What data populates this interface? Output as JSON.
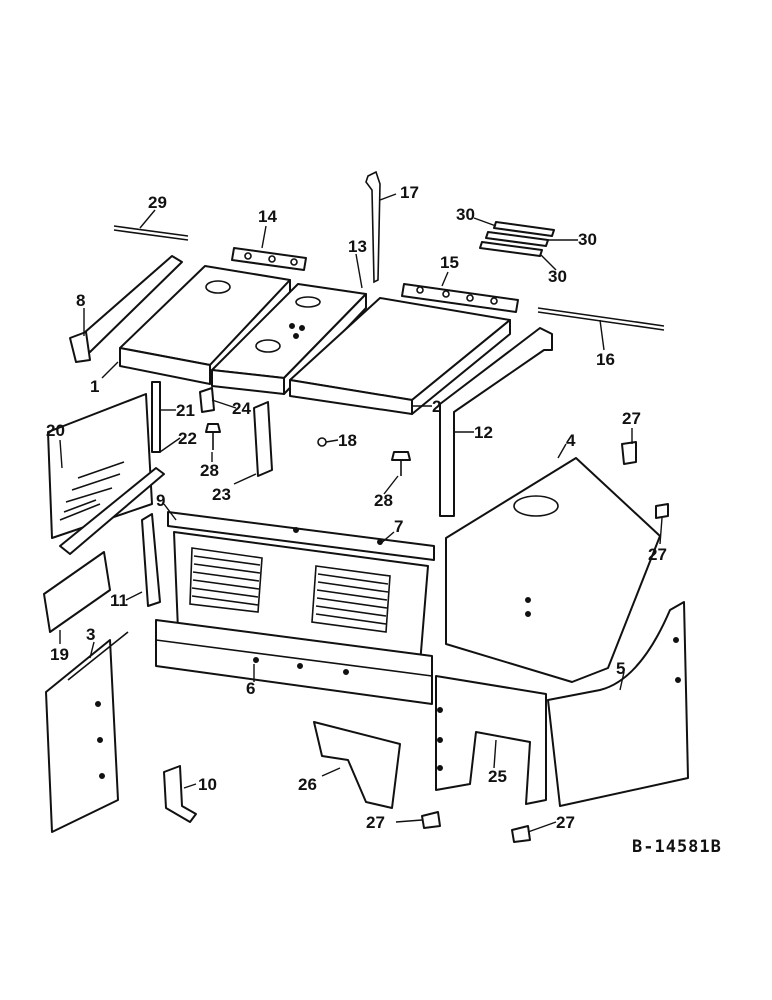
{
  "drawing_number": "B-14581B",
  "callouts": {
    "c1": "1",
    "c2": "2",
    "c3": "3",
    "c4": "4",
    "c5": "5",
    "c6": "6",
    "c7": "7",
    "c8": "8",
    "c9": "9",
    "c10": "10",
    "c11": "11",
    "c12": "12",
    "c13": "13",
    "c14": "14",
    "c15": "15",
    "c16": "16",
    "c17": "17",
    "c18": "18",
    "c19": "19",
    "c20": "20",
    "c21": "21",
    "c22": "22",
    "c23": "23",
    "c24": "24",
    "c25": "25",
    "c26": "26",
    "c27a": "27",
    "c27b": "27",
    "c27c": "27",
    "c27d": "27",
    "c28a": "28",
    "c28b": "28",
    "c29": "29",
    "c30a": "30",
    "c30b": "30",
    "c30c": "30"
  }
}
